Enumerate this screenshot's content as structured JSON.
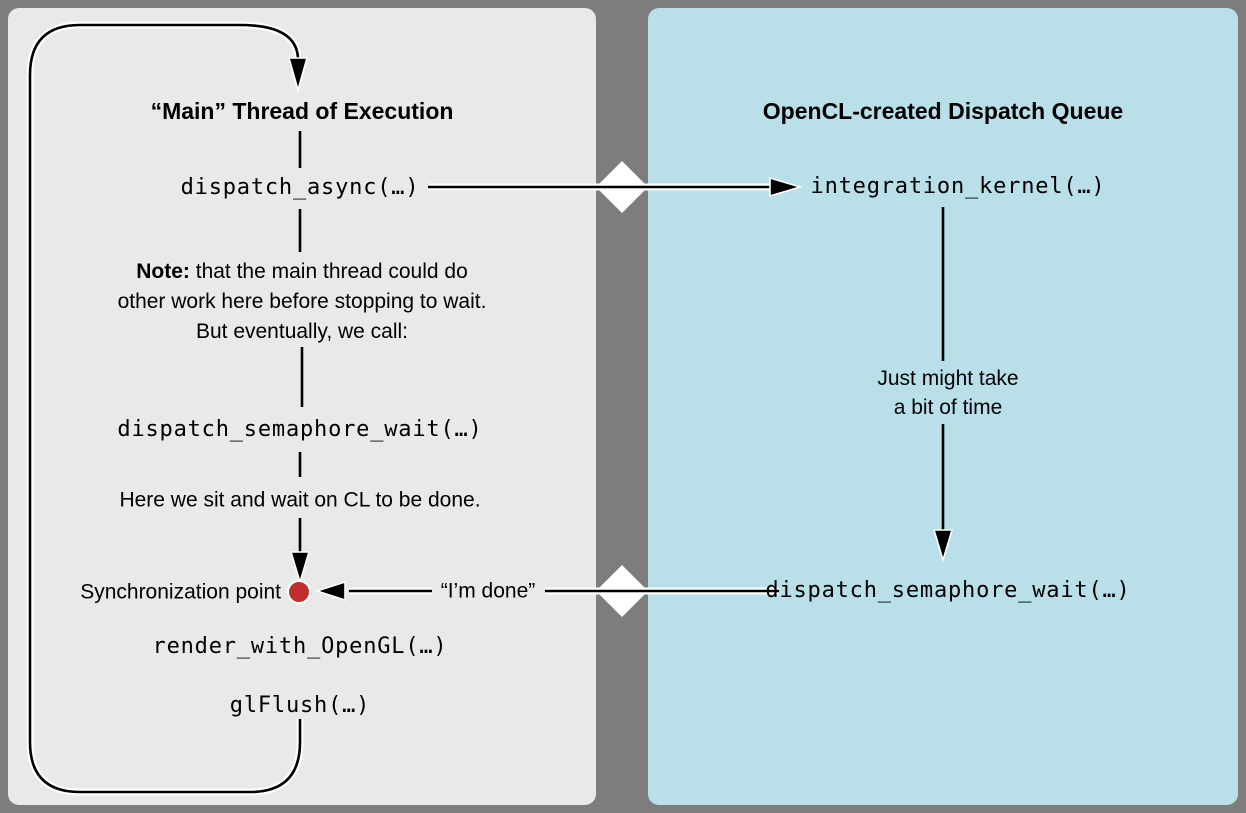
{
  "left_panel": {
    "title": "“Main” Thread of Execution",
    "dispatch_async": "dispatch_async(…)",
    "note_prefix": "Note:",
    "note_line1_rest": " that the main thread could do",
    "note_line2": "other work here before stopping to wait.",
    "note_line3": "But eventually, we call:",
    "dispatch_semaphore_wait": "dispatch_semaphore_wait(…)",
    "wait_note": "Here we sit and wait on CL to be done.",
    "sync_label": "Synchronization point",
    "render_call": "render_with_OpenGL(…)",
    "gl_flush": "glFlush(…)"
  },
  "right_panel": {
    "title": "OpenCL-created Dispatch Queue",
    "integration_kernel": "integration_kernel(…)",
    "duration_line1": "Just might take",
    "duration_line2": "a bit of time",
    "dispatch_semaphore_wait": "dispatch_semaphore_wait(…)"
  },
  "messages": {
    "im_done": "“I’m done”"
  },
  "colors": {
    "background": "#7d7d7d",
    "left_panel_bg": "#e9e9e8",
    "right_panel_bg": "#b9dfe9",
    "line": "#000000",
    "sync_dot": "#c0302b",
    "diamond": "#ffffff"
  }
}
